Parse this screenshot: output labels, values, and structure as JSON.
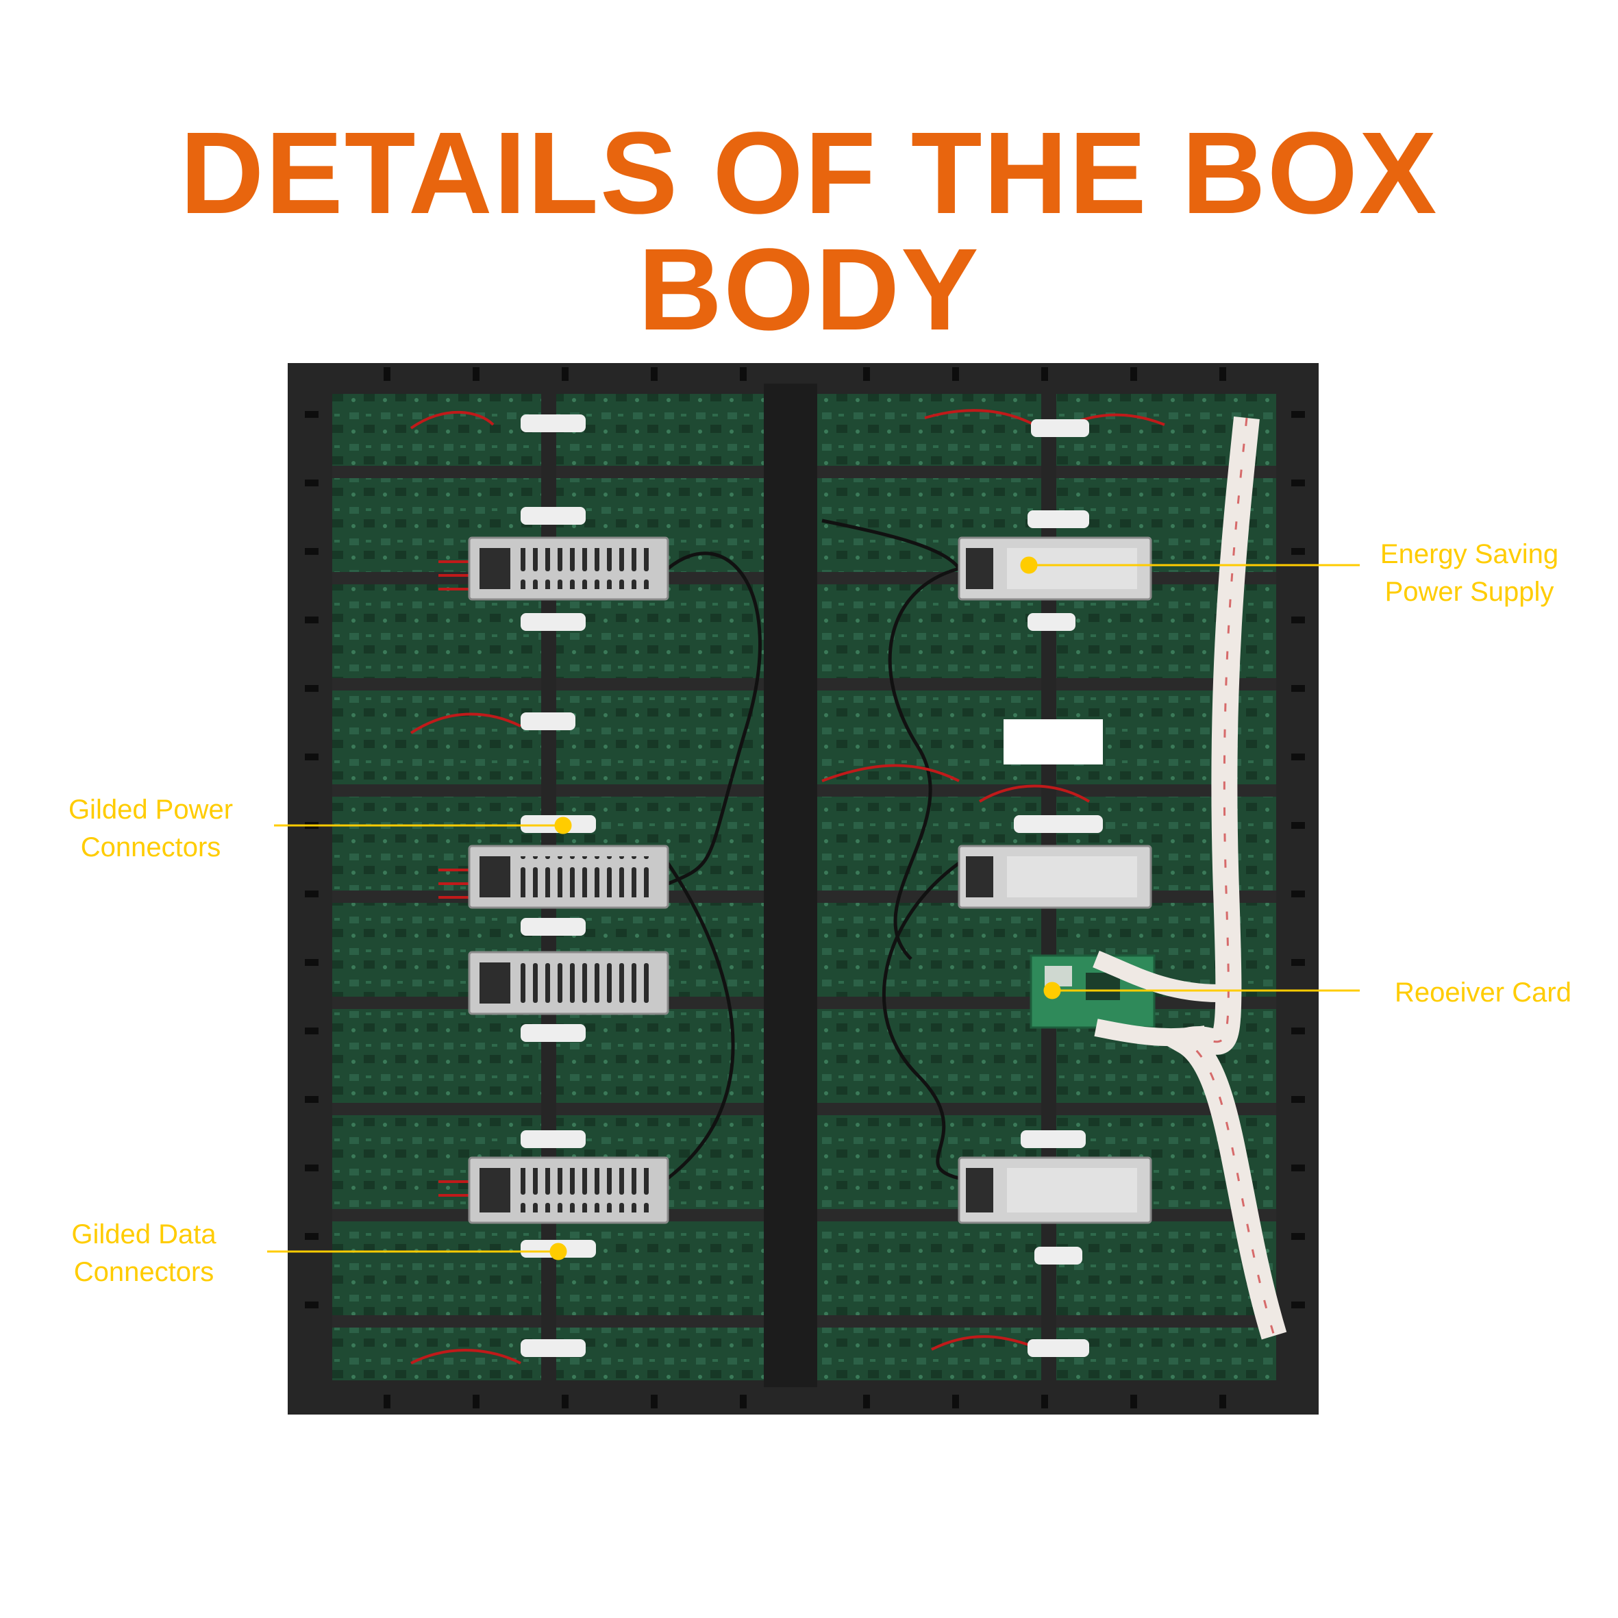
{
  "title": "DETAILS OF THE BOX BODY",
  "colors": {
    "title": "#e8650e",
    "callout": "#ffcc00",
    "frame": "#262626",
    "pcb": "#1f4a33",
    "psu": "#c9c9c9"
  },
  "callouts": [
    {
      "id": "energy-saving-power-supply",
      "line1": "Energy Saving",
      "line2": "Power Supply"
    },
    {
      "id": "gilded-power-connectors",
      "line1": "Gilded Power",
      "line2": "Connectors"
    },
    {
      "id": "receiver-card",
      "line1": "Reoeiver Card",
      "line2": ""
    },
    {
      "id": "gilded-data-connectors",
      "line1": "Gilded Data",
      "line2": "Connectors"
    }
  ]
}
